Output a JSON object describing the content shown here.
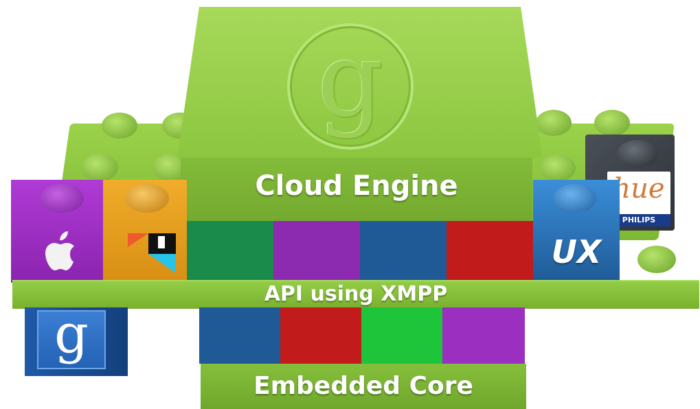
{
  "labels": {
    "cloud_engine": "Cloud Engine",
    "api": "API using XMPP",
    "embedded_core": "Embedded Core",
    "ux": "UX",
    "hue_word": "hue",
    "hue_brand": "PHILIPS",
    "g_logo": "g"
  },
  "colors": {
    "lime_green": "#8cc63f",
    "dark_green": "#5e8f22",
    "purple": "#9b2fbf",
    "orange": "#e8a020",
    "blue": "#1f5a96",
    "red": "#c11b1b",
    "bright_green": "#1ec43a",
    "teal_green": "#1a8b4a",
    "light_blue": "#3a8ed8",
    "dark_gray": "#3a3f46"
  },
  "icons": {
    "apple": "apple-logo",
    "android_like": "android-tile-icon",
    "google": "google-g-icon",
    "hue": "philips-hue-icon",
    "ux": "ux-icon"
  }
}
